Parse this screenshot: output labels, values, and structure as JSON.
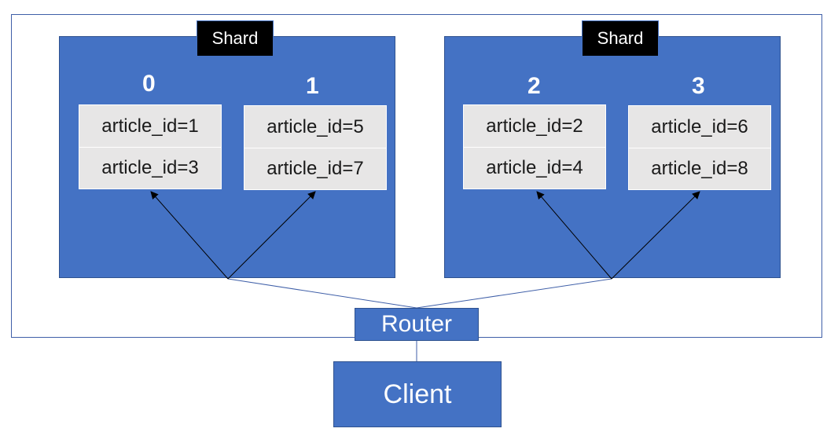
{
  "shards": [
    {
      "tag": "Shard",
      "partitions": [
        {
          "number": "0",
          "rows": [
            "article_id=1",
            "article_id=3"
          ]
        },
        {
          "number": "1",
          "rows": [
            "article_id=5",
            "article_id=7"
          ]
        }
      ]
    },
    {
      "tag": "Shard",
      "partitions": [
        {
          "number": "2",
          "rows": [
            "article_id=2",
            "article_id=4"
          ]
        },
        {
          "number": "3",
          "rows": [
            "article_id=6",
            "article_id=8"
          ]
        }
      ]
    }
  ],
  "router": {
    "label": "Router"
  },
  "client": {
    "label": "Client"
  },
  "colors": {
    "shard_fill": "#4472C4",
    "partition_fill": "#E7E6E6",
    "tag_fill": "#000000",
    "frame_border": "#3F5FA8",
    "arrow": "#000000"
  }
}
